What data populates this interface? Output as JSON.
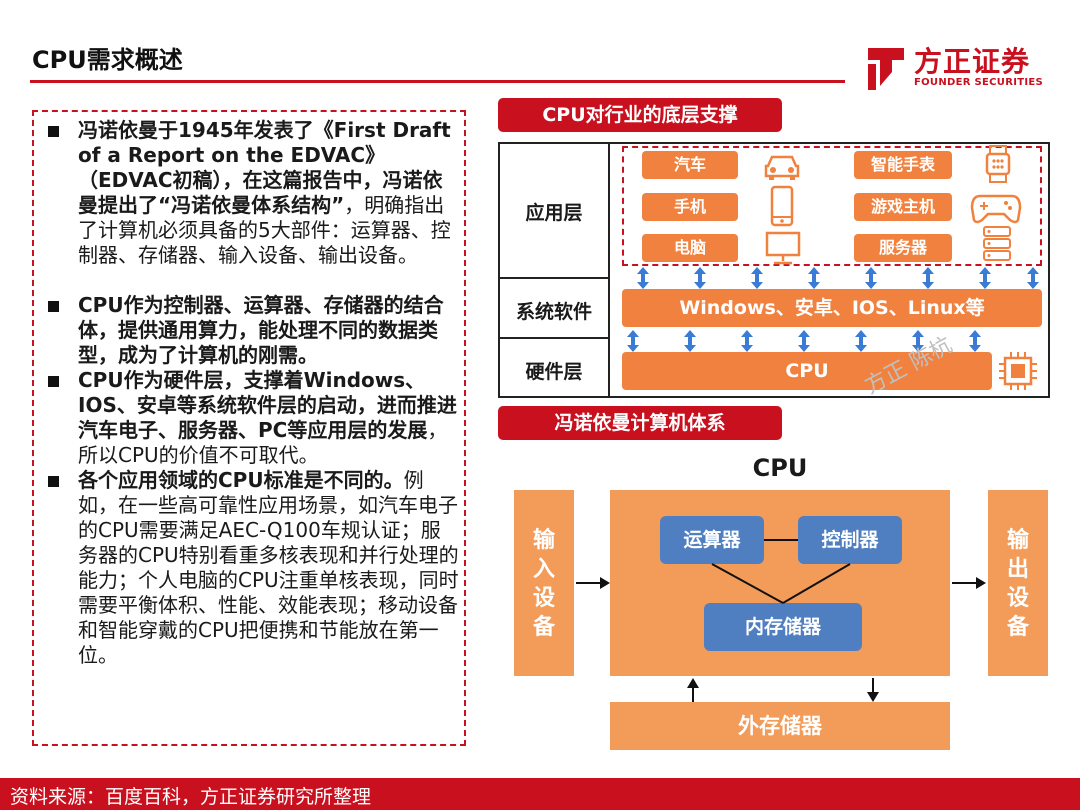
{
  "header": {
    "title": "CPU需求概述"
  },
  "logo": {
    "name_cn": "方正证券",
    "name_en": "FOUNDER SECURITIES"
  },
  "left": {
    "bullets": [
      {
        "bold": "冯诺依曼于1945年发表了《First Draft of a Report on the EDVAC》（EDVAC初稿），在这篇报告中，冯诺依曼提出了“冯诺依曼体系结构”",
        "normal": "，明确指出了计算机必须具备的5大部件：运算器、控制器、存储器、输入设备、输出设备。"
      },
      {
        "bold": "CPU作为控制器、运算器、存储器的结合体，提供通用算力，能处理不同的数据类型，成为了计算机的刚需。",
        "normal": ""
      },
      {
        "bold": "CPU作为硬件层，支撑着Windows、IOS、安卓等系统软件层的启动，进而推进汽车电子、服务器、PC等应用层的发展",
        "normal": "，所以CPU的价值不可取代。"
      },
      {
        "bold": "各个应用领域的CPU标准是不同的。",
        "normal": "例如，在一些高可靠性应用场景，如汽车电子的CPU需要满足AEC-Q100车规认证；服务器的CPU特别看重多核表现和并行处理的能力；个人电脑的CPU注重单核表现，同时需要平衡体积、性能、效能表现；移动设备和智能穿戴的CPU把便携和节能放在第一位。"
      }
    ]
  },
  "support": {
    "heading": "CPU对行业的底层支撑",
    "rows": {
      "app": "应用层",
      "system": "系统软件",
      "hardware": "硬件层"
    },
    "apps": {
      "car": "汽车",
      "watch": "智能手表",
      "phone": "手机",
      "console": "游戏主机",
      "pc": "电脑",
      "server": "服务器"
    },
    "system_bar": "Windows、安卓、IOS、Linux等",
    "cpu_bar": "CPU",
    "watermark": "方正 陈杭"
  },
  "vonneumann": {
    "heading": "冯诺依曼计算机体系",
    "cpu_title": "CPU",
    "input": "输入设备",
    "output": "输出设备",
    "alu": "运算器",
    "controller": "控制器",
    "memory": "内存储器",
    "external": "外存储器"
  },
  "footer": {
    "source": "资料来源：百度百科，方正证券研究所整理"
  },
  "colors": {
    "brand_red": "#c8101e",
    "orange": "#f0813f",
    "light_orange": "#f39c5a",
    "blue": "#4f7fc1"
  }
}
